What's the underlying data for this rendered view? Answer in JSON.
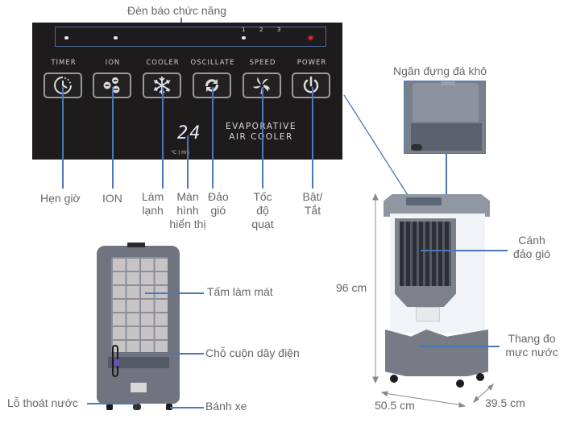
{
  "title_label": "Đèn báo chức năng",
  "panel": {
    "speed_levels": [
      "1",
      "2",
      "3"
    ],
    "buttons": [
      {
        "title": "TIMER",
        "icon": "timer-icon"
      },
      {
        "title": "ION",
        "icon": "ion-icon"
      },
      {
        "title": "COOLER",
        "icon": "snowflake-icon"
      },
      {
        "title": "OSCILLATE",
        "icon": "oscillate-icon"
      },
      {
        "title": "SPEED",
        "icon": "fan-icon"
      },
      {
        "title": "POWER",
        "icon": "power-icon"
      }
    ],
    "display_value": "24",
    "display_unit": "°C | Hrs",
    "brand_line1": "EVAPORATIVE",
    "brand_line2": "AIR COOLER"
  },
  "panel_labels": {
    "timer": "Hẹn giờ",
    "ion": "ION",
    "cooler": [
      "Làm",
      "lạnh"
    ],
    "display": [
      "Màn",
      "hình",
      "hiển thị"
    ],
    "oscillate": [
      "Đảo",
      "gió"
    ],
    "speed": [
      "Tốc",
      "độ",
      "quạt"
    ],
    "power": [
      "Bật/",
      "Tắt"
    ]
  },
  "ice_box_label": "Ngăn đựng đá khô",
  "front_view": {
    "louver_label": [
      "Cánh",
      "đảo gió"
    ],
    "water_gauge_label": [
      "Thang đo",
      "mực nước"
    ],
    "height": "96 cm",
    "width": "50.5 cm",
    "depth": "39.5 cm"
  },
  "back_view": {
    "cooling_pad_label": "Tấm làm mát",
    "cord_holder_label": "Chỗ cuộn dây điện",
    "drain_label": "Lỗ thoát nước",
    "wheel_label": "Bánh xe"
  },
  "colors": {
    "panel_bg": "#1d1b1c",
    "leader_line": "#4b78b8",
    "power_led": "#e02a2a",
    "body_gray": "#6f7480",
    "body_white": "#f2f3f6"
  }
}
